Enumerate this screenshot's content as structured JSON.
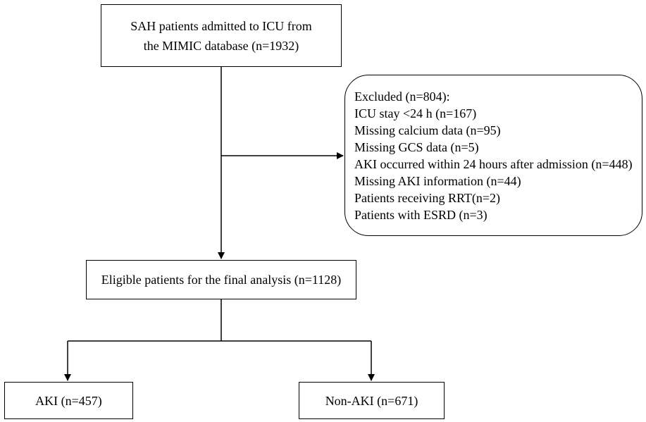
{
  "boxes": {
    "top": {
      "line1": "SAH patients admitted to ICU from",
      "line2": "the MIMIC database (n=1932)"
    },
    "excluded": {
      "lines": [
        "Excluded (n=804):",
        "ICU stay <24 h (n=167)",
        "Missing calcium data (n=95)",
        "Missing GCS data (n=5)",
        "AKI occurred within 24 hours after admission (n=448)",
        "Missing AKI information (n=44)",
        "Patients receiving RRT(n=2)",
        "Patients with ESRD (n=3)"
      ]
    },
    "eligible": {
      "text": "Eligible patients for the final analysis (n=1128)"
    },
    "aki": {
      "text": "AKI (n=457)"
    },
    "non_aki": {
      "text": "Non-AKI (n=671)"
    }
  },
  "colors": {
    "line": "#000000",
    "background": "#ffffff"
  }
}
